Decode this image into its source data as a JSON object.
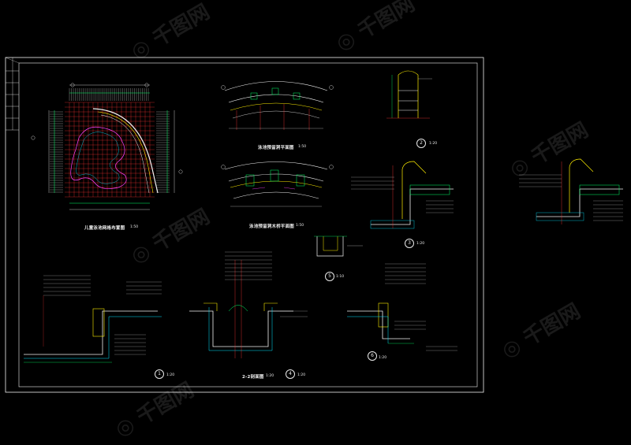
{
  "drawings": {
    "site_plan_title": "儿童泳池网格布置图",
    "site_plan_scale": "1:50",
    "plan_a_title": "泳池预留洞平面图",
    "plan_a_scale": "1:50",
    "plan_b_title": "泳池预留洞木桥平面图",
    "plan_b_scale": "1:50",
    "section_title": "2-2剖面图",
    "section_scale": "1:20"
  },
  "markers": {
    "m2": "2",
    "m2_scale": "1:20",
    "m3": "3",
    "m3_scale": "1:20",
    "m5": "5",
    "m5_scale": "1:10",
    "m1": "1",
    "m1_scale": "1:20",
    "m4": "4",
    "m4_scale": "1:20",
    "m6": "6",
    "m6_scale": "1:20"
  },
  "colors": {
    "background": "#000000",
    "frame": "#ffffff",
    "grid_red": "#ff3030",
    "line_green": "#00ff66",
    "line_yellow": "#ffee00",
    "line_cyan": "#00e5ff",
    "line_magenta": "#ff40ff",
    "line_white": "#f2f2f2"
  }
}
